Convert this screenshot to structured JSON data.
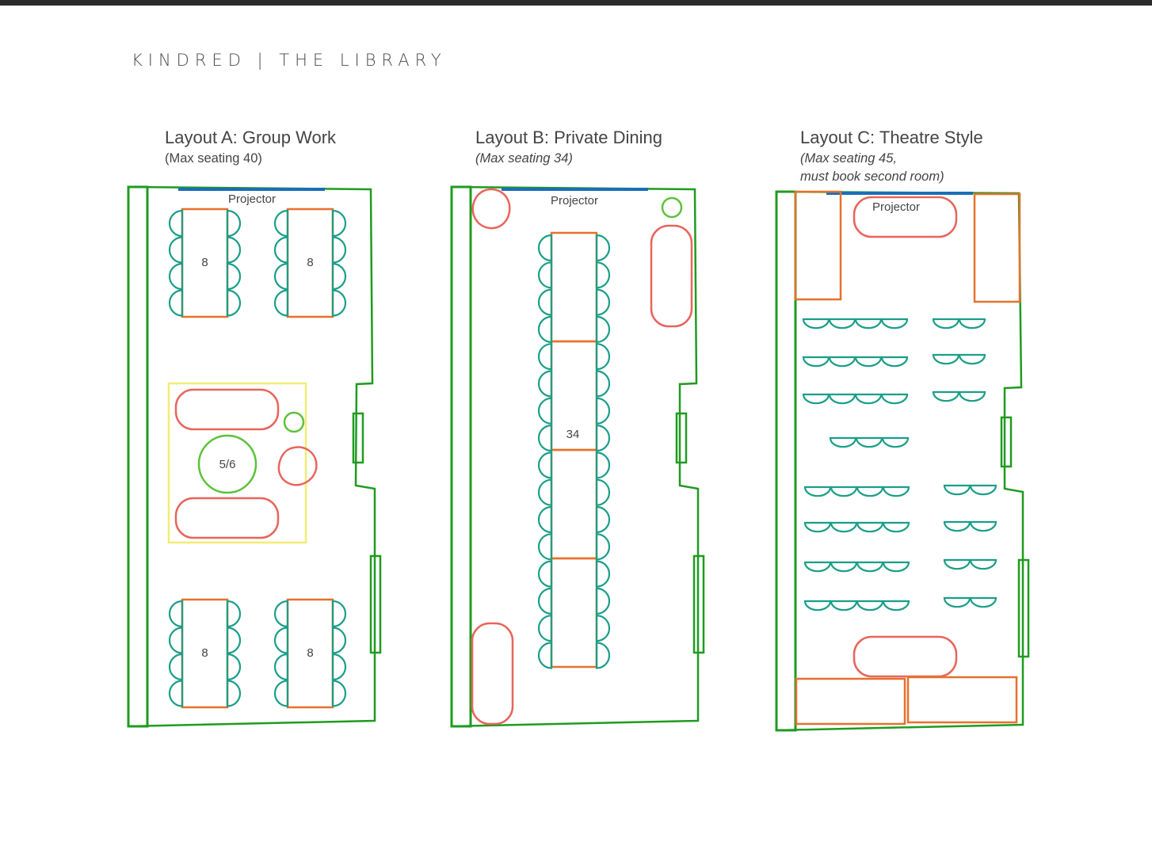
{
  "header": {
    "brand": "KINDRED | THE LIBRARY"
  },
  "layouts": [
    {
      "title": "Layout A: Group Work",
      "subtitle": "(Max seating 40)",
      "projector_label": "Projector",
      "table_labels": [
        "8",
        "8",
        "8",
        "8"
      ],
      "round_table_label": "5/6"
    },
    {
      "title": "Layout B: Private Dining",
      "subtitle": "(Max seating 34)",
      "projector_label": "Projector",
      "table_label": "34"
    },
    {
      "title": "Layout C: Theatre Style",
      "subtitle_line1": "(Max seating 45,",
      "subtitle_line2": "must book second room)",
      "projector_label": "Projector"
    }
  ],
  "colors": {
    "wall": "#1f9b1f",
    "projector": "#1a6fb5",
    "table": "#e6712b",
    "chair": "#1a9e88",
    "sofa": "#e8655a",
    "side_table": "#5cc23a",
    "lounge_zone": "#f3ec72"
  }
}
